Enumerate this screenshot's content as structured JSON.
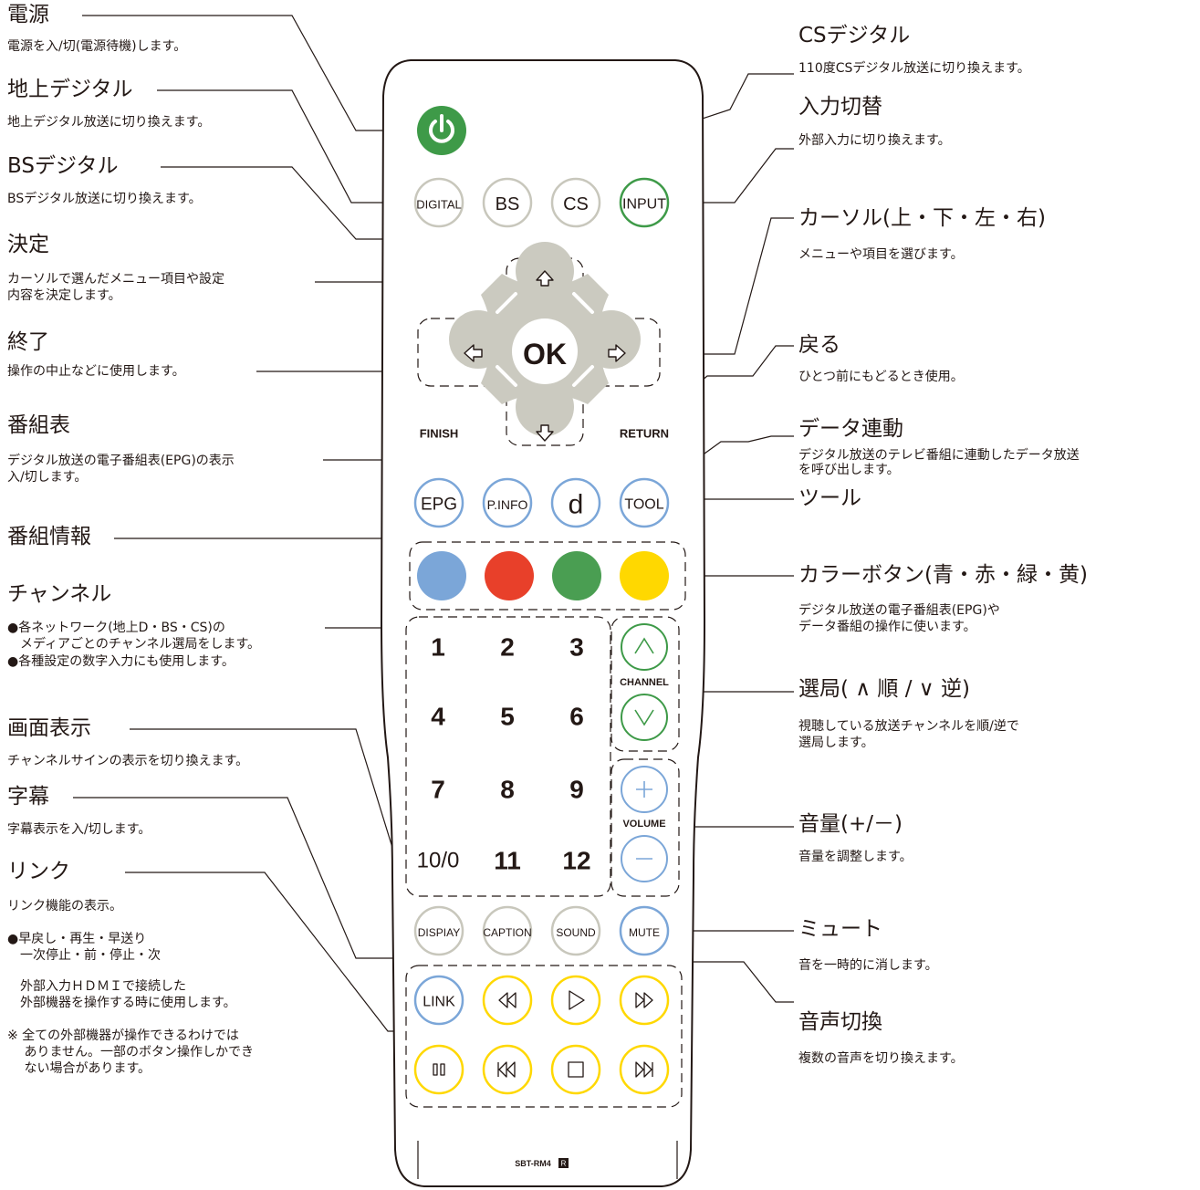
{
  "left": {
    "power_title": "電源",
    "power_desc": "電源を入/切(電源待機)します。",
    "terrestrial_title": "地上デジタル",
    "terrestrial_desc": "地上デジタル放送に切り換えます。",
    "bs_title": "BSデジタル",
    "bs_desc": "BSデジタル放送に切り換えます。",
    "ok_title": "決定",
    "ok_desc_1": "カーソルで選んだメニュー項目や設定",
    "ok_desc_2": "内容を決定します。",
    "finish_title": "終了",
    "finish_desc": "操作の中止などに使用します。",
    "epg_title": "番組表",
    "epg_desc_1": "デジタル放送の電子番組表(EPG)の表示",
    "epg_desc_2": "入/切します。",
    "pinfo_title": "番組情報",
    "channel_title": "チャンネル",
    "channel_desc_1": "●各ネットワーク(地上D・BS・CS)の",
    "channel_desc_2": "　メディアごとのチャンネル選局をします。",
    "channel_desc_3": "●各種設定の数字入力にも使用します。",
    "display_title": "画面表示",
    "display_desc": "チャンネルサインの表示を切り換えます。",
    "caption_title": "字幕",
    "caption_desc": "字幕表示を入/切します。",
    "link_title": "リンク",
    "link_desc": "リンク機能の表示。",
    "playback_1": "●早戻し・再生・早送り",
    "playback_2": "　一次停止・前・停止・次",
    "hdmi_1": "　外部入力ＨＤＭＩで接続した",
    "hdmi_2": "　外部機器を操作する時に使用します。",
    "note_1": "※ 全ての外部機器が操作できるわけでは",
    "note_2": "　 ありません。一部のボタン操作しかでき",
    "note_3": "　 ない場合があります。"
  },
  "right": {
    "cs_title": "CSデジタル",
    "cs_desc": "110度CSデジタル放送に切り換えます。",
    "input_title": "入力切替",
    "input_desc": "外部入力に切り換えます。",
    "cursor_title": "カーソル(上・下・左・右)",
    "cursor_desc": "メニューや項目を選びます。",
    "return_title": "戻る",
    "return_desc": "ひとつ前にもどるとき使用。",
    "data_title": "データ連動",
    "data_desc_1": "デジタル放送のテレビ番組に連動したデータ放送",
    "data_desc_2": "を呼び出します。",
    "tool_title": "ツール",
    "color_title": "カラーボタン(青・赤・緑・黄)",
    "color_desc_1": "デジタル放送の電子番組表(EPG)や",
    "color_desc_2": "データ番組の操作に使います。",
    "select_title": "選局( ∧ 順 / ∨ 逆)",
    "select_desc_1": "視聴している放送チャンネルを順/逆で",
    "select_desc_2": "選局します。",
    "volume_title": "音量(+/－)",
    "volume_desc": "音量を調整します。",
    "mute_title": "ミュート",
    "mute_desc": "音を一時的に消します。",
    "audio_title": "音声切換",
    "audio_desc": "複数の音声を切り換えます。"
  },
  "remote": {
    "digital": "DIGITAL",
    "bs": "BS",
    "cs": "CS",
    "input": "INPUT",
    "ok": "OK",
    "finish": "FINISH",
    "return": "RETURN",
    "epg": "EPG",
    "pinfo": "P.INFO",
    "d": "d",
    "tool": "TOOL",
    "numbers": [
      "1",
      "2",
      "3",
      "4",
      "5",
      "6",
      "7",
      "8",
      "9",
      "10/0",
      "11",
      "12"
    ],
    "channel": "CHANNEL",
    "volume": "VOLUME",
    "display": "DISPIAY",
    "caption": "CAPTION",
    "sound": "SOUND",
    "mute": "MUTE",
    "link": "LINK",
    "model": "SBT-RM4",
    "model_mark": "R"
  },
  "colors": {
    "power": "#3e9a48",
    "blue": "#7ba6d8",
    "red": "#e8402a",
    "green": "#4a9e52",
    "yellow": "#ffd800",
    "ring_gray": "#c8c7bc",
    "ring_green": "#3e9a48",
    "ring_blue": "#7ba6d8",
    "ring_yellow": "#ffd800",
    "dpad": "#cbcac0"
  }
}
